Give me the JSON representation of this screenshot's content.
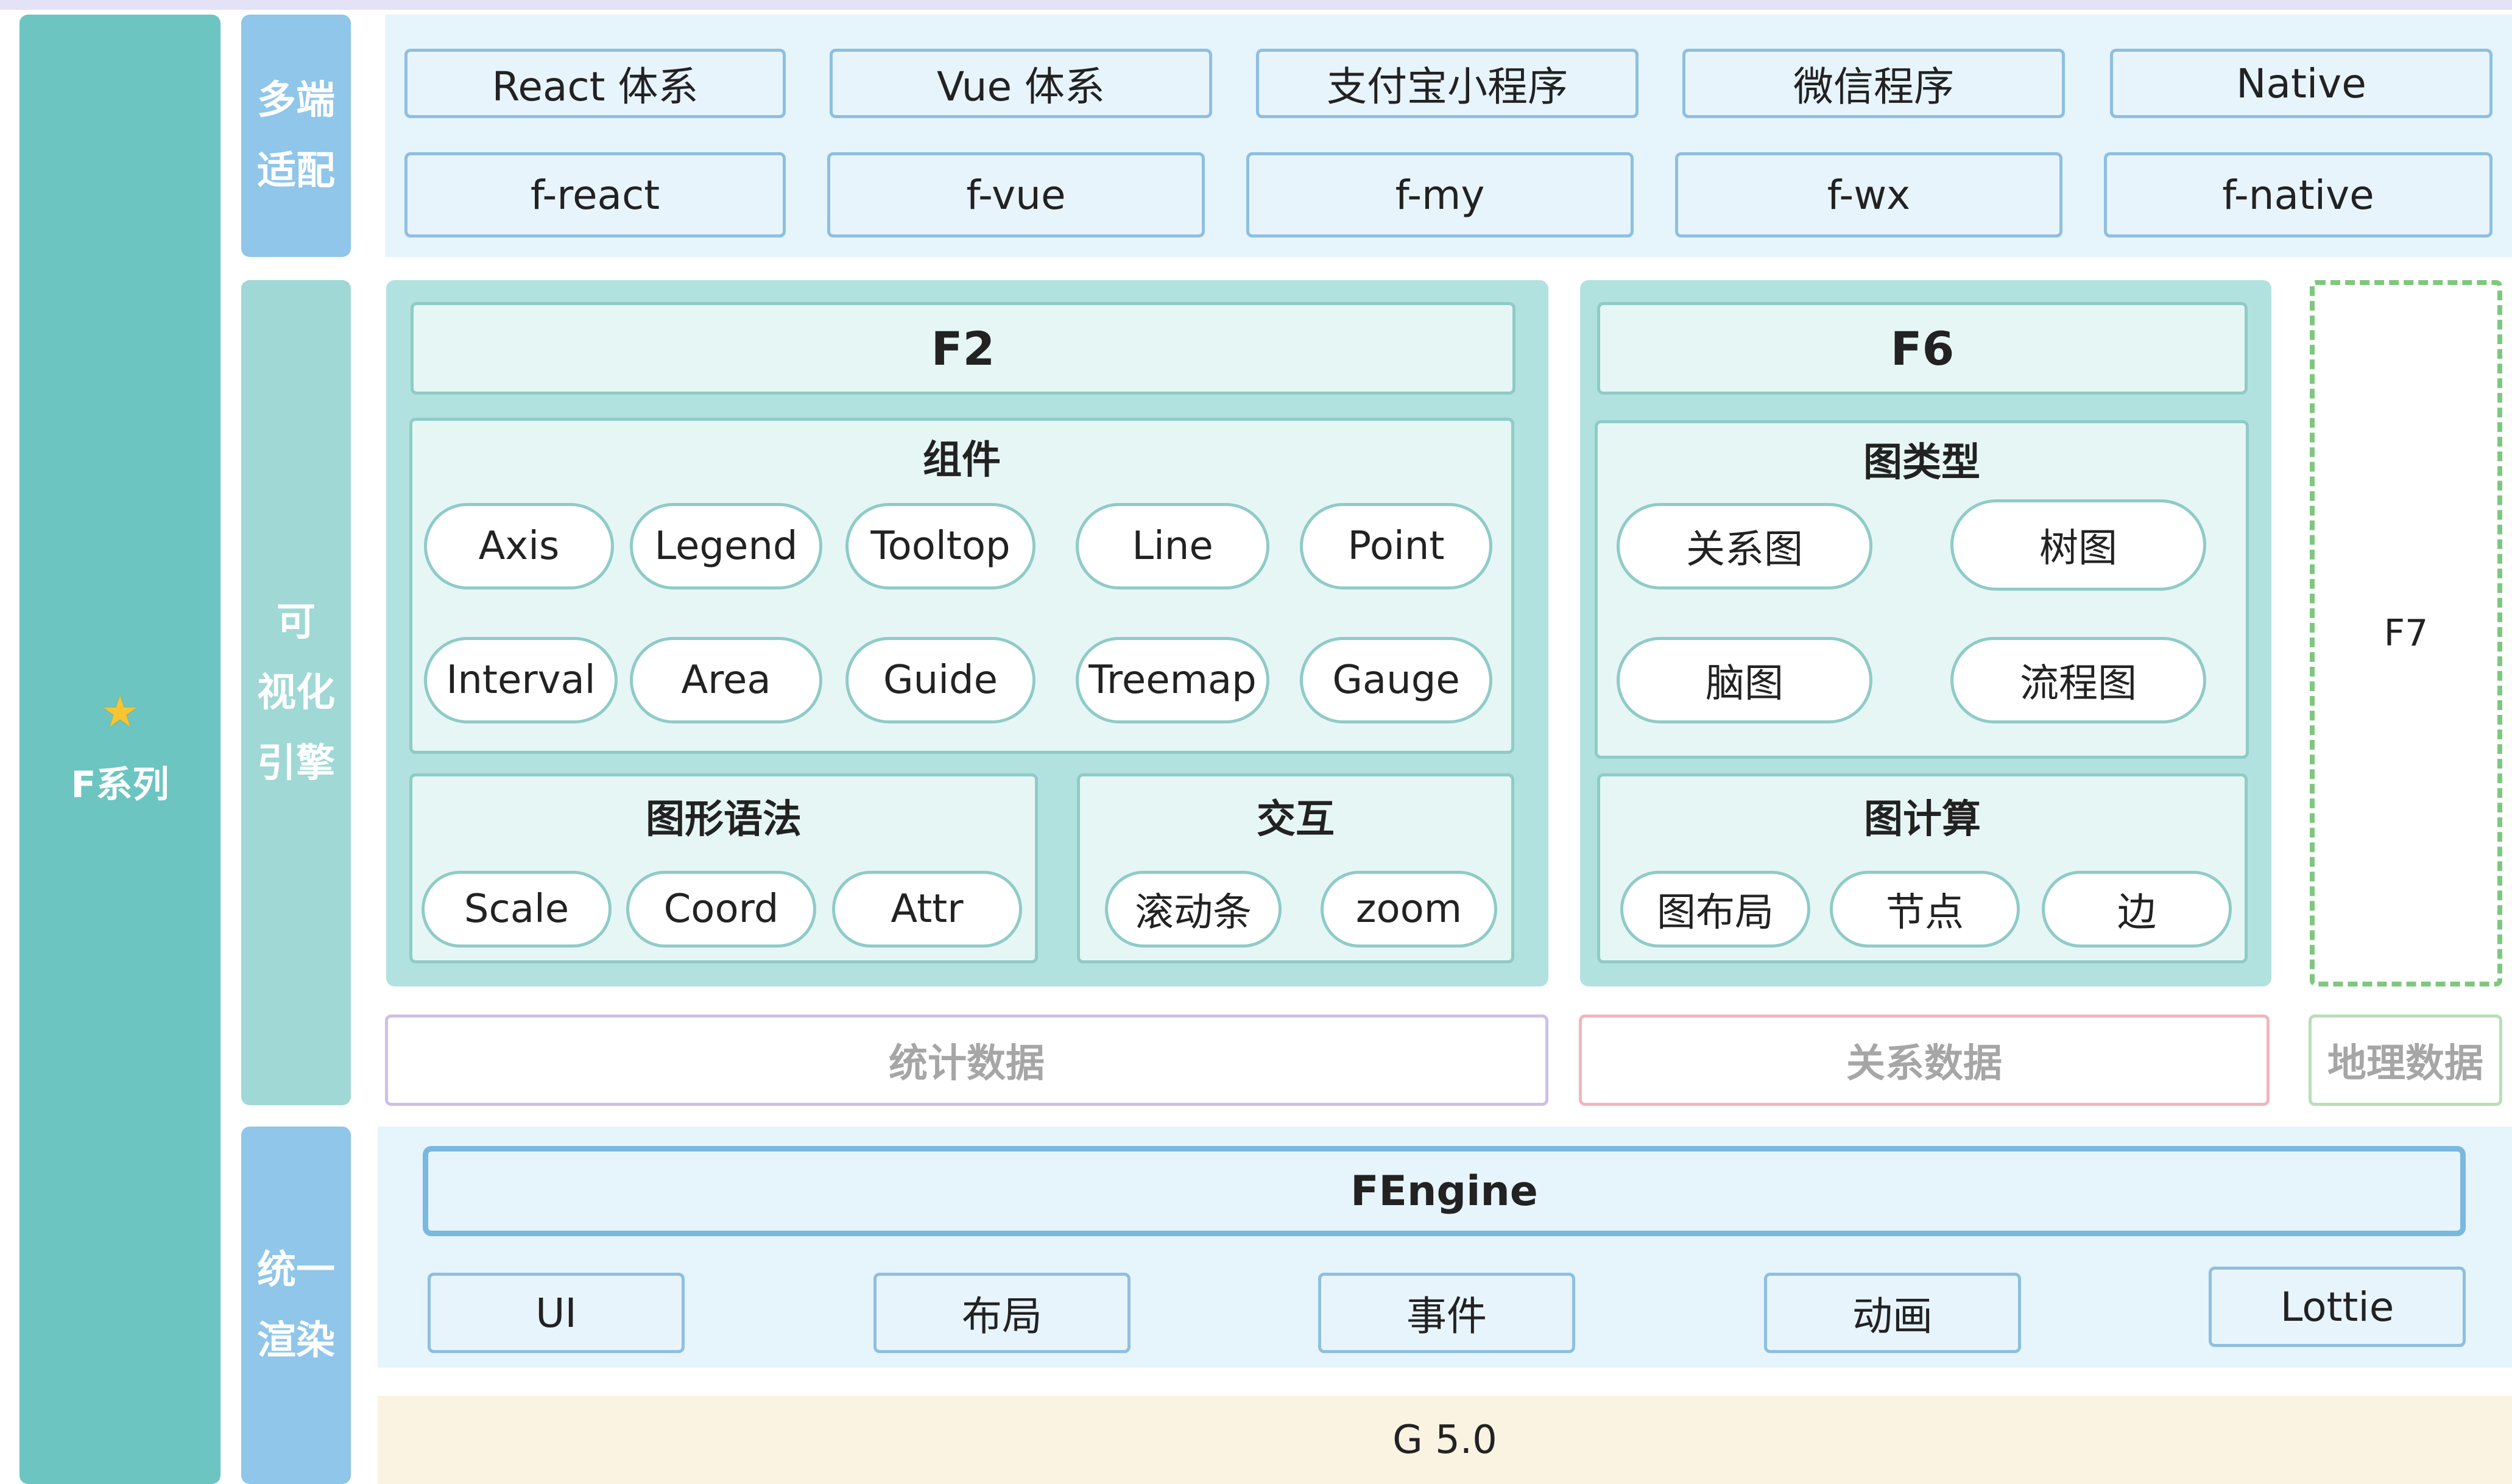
{
  "left_column": {
    "label": "F系列",
    "icon": "star-icon"
  },
  "tiers": {
    "multi_platform": [
      "多端",
      "适配"
    ],
    "visualization_engine": [
      "可",
      "视化",
      "引擎"
    ],
    "unified_rendering": [
      "统一",
      "渲染"
    ]
  },
  "platforms": {
    "frameworks": [
      "React 体系",
      "Vue 体系",
      "支付宝小程序",
      "微信程序",
      "Native"
    ],
    "adapters": [
      "f-react",
      "f-vue",
      "f-my",
      "f-wx",
      "f-native"
    ]
  },
  "f2": {
    "title": "F2",
    "components": {
      "title": "组件",
      "row1": [
        "Axis",
        "Legend",
        "Tooltop",
        "Line",
        "Point"
      ],
      "row2": [
        "Interval",
        "Area",
        "Guide",
        "Treemap",
        "Gauge"
      ]
    },
    "grammar": {
      "title": "图形语法",
      "items": [
        "Scale",
        "Coord",
        "Attr"
      ]
    },
    "interaction": {
      "title": "交互",
      "items": [
        "滚动条",
        "zoom"
      ]
    }
  },
  "f6": {
    "title": "F6",
    "graph_types": {
      "title": "图类型",
      "items": [
        "关系图",
        "树图",
        "脑图",
        "流程图"
      ]
    },
    "graph_compute": {
      "title": "图计算",
      "items": [
        "图布局",
        "节点",
        "边"
      ]
    }
  },
  "f7": {
    "title": "F7"
  },
  "data_categories": [
    "统计数据",
    "关系数据",
    "地理数据"
  ],
  "engine": {
    "title": "FEngine",
    "modules": [
      "UI",
      "布局",
      "事件",
      "动画",
      "Lottie"
    ]
  },
  "base": {
    "title": "G 5.0"
  },
  "colors": {
    "teal": "#6cc5c1",
    "light_blue": "#8fc6ea",
    "panel_blue": "#e6f4fb",
    "panel_teal": "#b2e2df",
    "star": "#f7c531",
    "f7_dash": "#7fc77f",
    "base_cream": "#fbf3e2"
  }
}
